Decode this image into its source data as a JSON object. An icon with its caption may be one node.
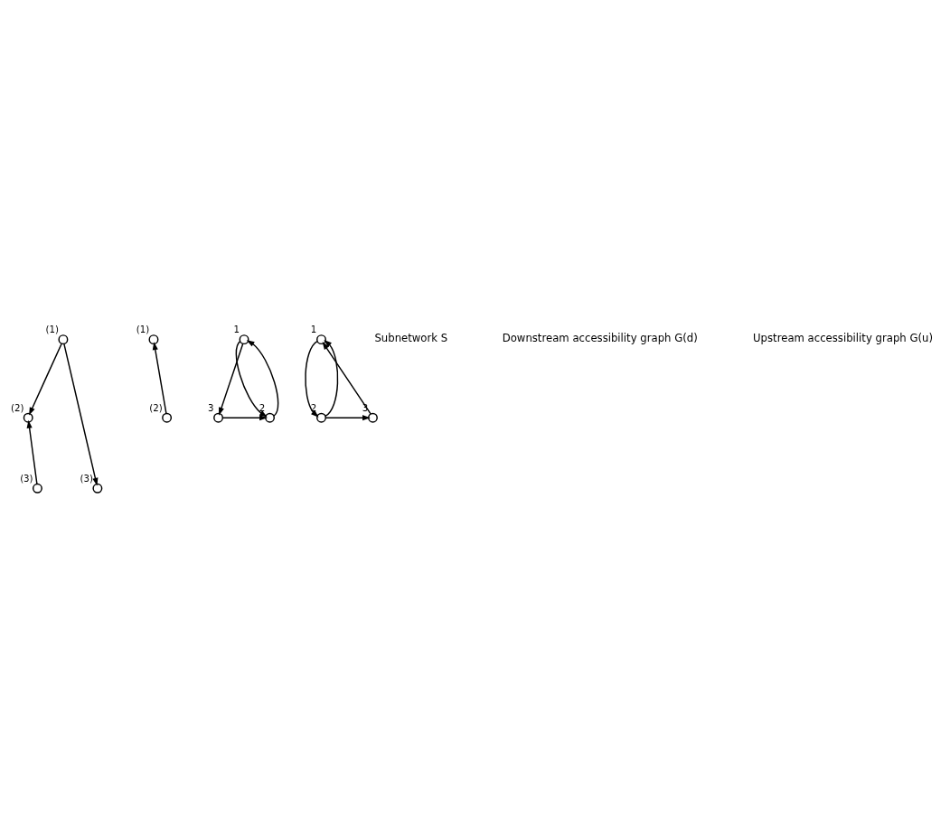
{
  "diagram": {
    "nodes": [
      {
        "text": [],
        "shape": "circle",
        "beside": [
          "(1)"
        ]
      },
      {
        "text": [],
        "shape": "circle",
        "beside": [
          "(2)"
        ]
      },
      {
        "text": [],
        "shape": "circle",
        "beside": [
          "(3)"
        ]
      },
      {
        "text": [],
        "shape": "circle",
        "beside": [
          "(1)"
        ]
      },
      {
        "text": [],
        "shape": "circle",
        "beside": [
          "(2)"
        ]
      },
      {
        "text": [],
        "shape": "circle",
        "beside": [
          "(3)"
        ]
      },
      {
        "text": [],
        "shape": "circle",
        "beside": [
          "1"
        ]
      },
      {
        "text": [],
        "shape": "circle",
        "beside": [
          "2"
        ]
      },
      {
        "text": [],
        "shape": "circle",
        "beside": [
          "3"
        ]
      },
      {
        "text": [],
        "shape": "circle",
        "beside": [
          "1"
        ]
      },
      {
        "text": [],
        "shape": "circle",
        "beside": [
          "2"
        ]
      },
      {
        "text": [],
        "shape": "circle",
        "beside": [
          "3"
        ]
      }
    ],
    "edges": [
      {
        "from": 0,
        "to": 4,
        "arrow": "to"
      },
      {
        "from": 0,
        "to": 5,
        "arrow": "to"
      },
      {
        "from": 1,
        "to": 3,
        "arrow": "to"
      },
      {
        "from": 2,
        "to": 4,
        "arrow": "to"
      },
      {
        "from": 6,
        "to": 7,
        "arrow": "to"
      },
      {
        "from": 7,
        "to": 6,
        "arrow": "to"
      },
      {
        "from": 6,
        "to": 8,
        "arrow": "to"
      },
      {
        "from": 8,
        "to": 7,
        "arrow": "to"
      },
      {
        "from": 10,
        "to": 9,
        "arrow": "to"
      },
      {
        "from": 9,
        "to": 10,
        "arrow": "to"
      },
      {
        "from": 11,
        "to": 9,
        "arrow": "to"
      },
      {
        "from": 10,
        "to": 11,
        "arrow": "to"
      }
    ],
    "labels": [
      "Subnetwork S",
      "Downstream accessibility graph G(d)",
      "Upstream accessibility graph G(u)"
    ]
  }
}
